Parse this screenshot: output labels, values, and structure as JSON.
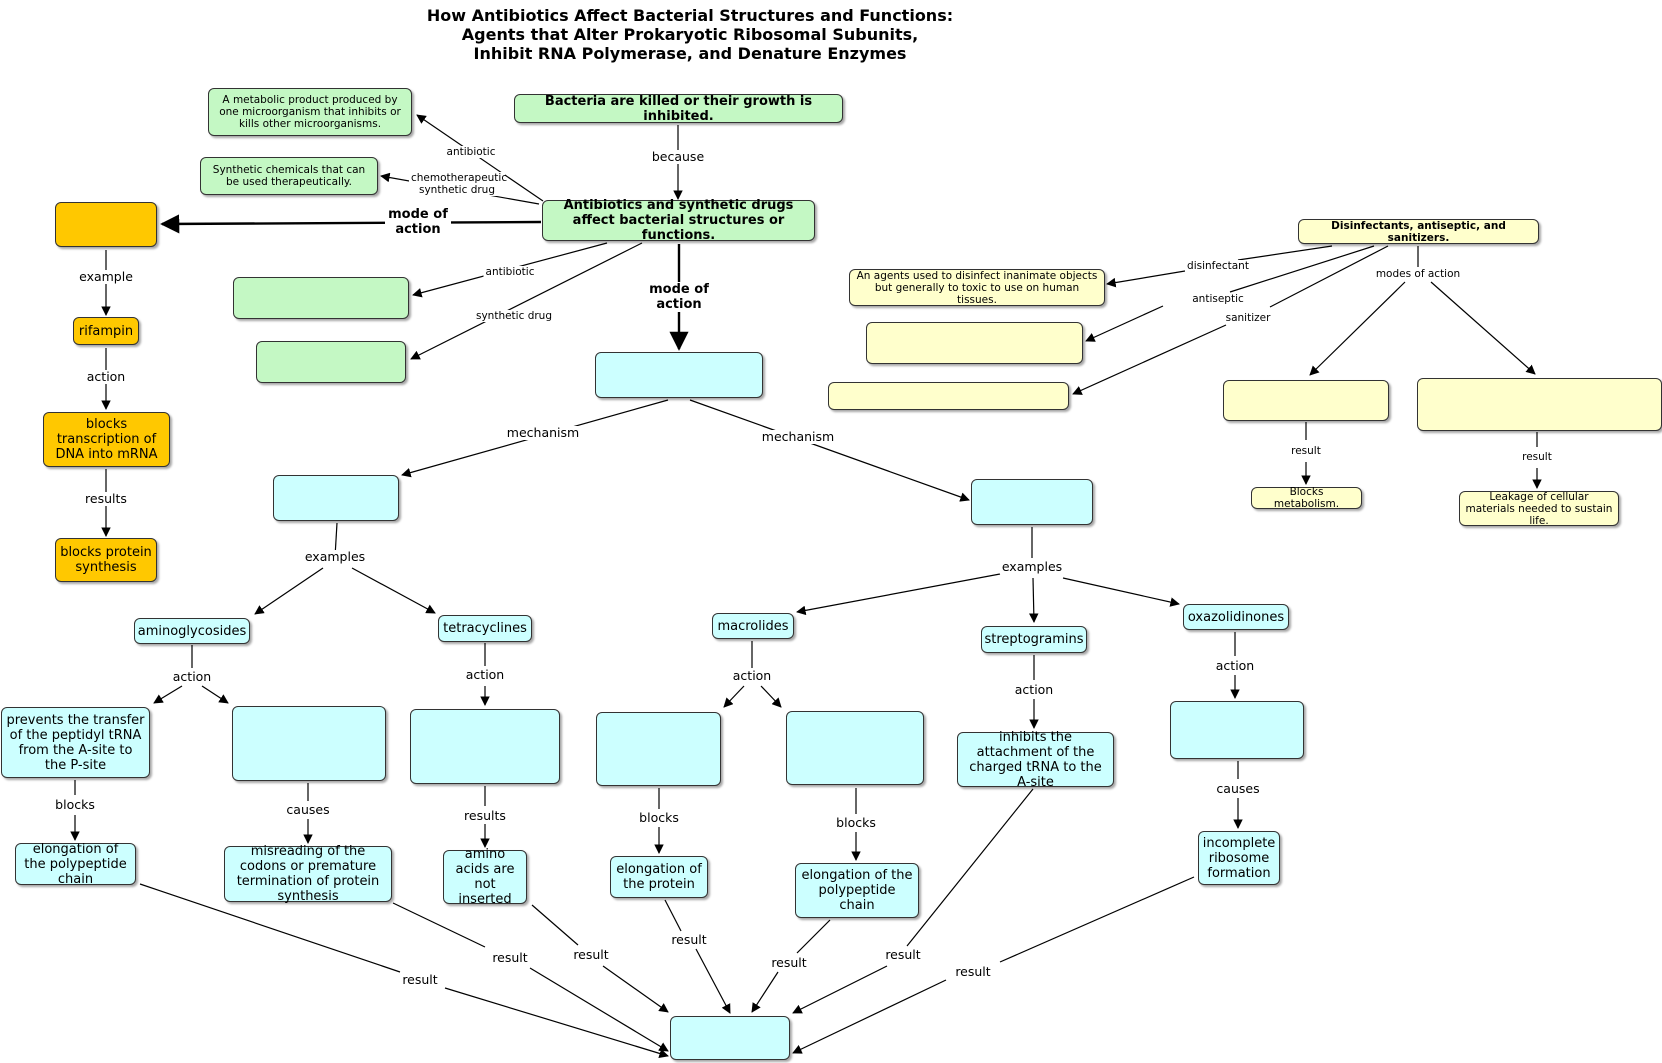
{
  "title": {
    "line1": "How Antibiotics Affect Bacterial Structures and Functions:",
    "line2": "Agents that Alter Prokaryotic Ribosomal Subunits,",
    "line3": "Inhibit RNA Polymerase, and Denature Enzymes"
  },
  "colors": {
    "green": "#c4f8c4",
    "orange": "#ffc800",
    "cyan": "#ccffff",
    "yellow": "#ffffcc",
    "line": "#000000"
  },
  "nodes": {
    "killed": "Bacteria are killed or their growth is inhibited.",
    "antibiotics_drugs": "Antibiotics and synthetic drugs affect bacterial structures or functions.",
    "antibiotic_def": "A metabolic product produced by one microorganism that inhibits or kills other microorganisms.",
    "synthetic_def": "Synthetic chemicals that can be used therapeutically.",
    "orange_blank": "",
    "rifampin": "rifampin",
    "blocks_transcription": "blocks transcription of DNA into mRNA",
    "blocks_protein": "blocks protein synthesis",
    "green_blank_1": "",
    "green_blank_2": "",
    "cyan_blank_top": "",
    "cyan_blank_left": "",
    "cyan_blank_right": "",
    "aminoglycosides": "aminoglycosides",
    "tetracyclines": "tetracyclines",
    "macrolides": "macrolides",
    "streptogramins": "streptogramins",
    "oxazolidinones": "oxazolidinones",
    "prevents_transfer": "prevents the transfer of the peptidyl tRNA from the A-site to the P-site",
    "amino_blank": "",
    "tetra_blank": "",
    "macro_blank_1": "",
    "macro_blank_2": "",
    "inhibits_attachment": "inhibits the attachment of the charged tRNA to the A-site",
    "oxa_blank": "",
    "elongation_polypeptide": "elongation of the polypeptide chain",
    "misreading": "misreading of the codons or premature termination of protein synthesis",
    "amino_acids": "amino acids are not inserted",
    "elongation_protein": "elongation of the protein",
    "elongation_polypeptide_2": "elongation of the polypeptide chain",
    "incomplete_ribosome": "incomplete ribosome formation",
    "final_blank": "",
    "disinfectants": "Disinfectants, antiseptic, and sanitizers.",
    "disinfect_def": "An agents used to disinfect inanimate objects but generally to toxic to use on human tissues.",
    "yellow_blank_1": "",
    "yellow_blank_2": "",
    "yellow_blank_3": "",
    "yellow_blank_4": "",
    "blocks_metabolism": "Blocks metabolism.",
    "leakage": "Leakage of cellular materials needed to sustain life."
  },
  "labels": {
    "because": "because",
    "antibiotic_top": "antibiotic",
    "chemo": "chemotherapeutic synthetic drug",
    "mode_left": "mode of action",
    "mode_center": "mode of action",
    "antibiotic_mid": "antibiotic",
    "synthetic_drug": "synthetic drug",
    "example": "example",
    "action_rif": "action",
    "results_rif": "results",
    "mechanism_left": "mechanism",
    "mechanism_right": "mechanism",
    "examples_left": "examples",
    "examples_right": "examples",
    "action_amino": "action",
    "action_tetra": "action",
    "action_macro": "action",
    "action_strepto": "action",
    "action_oxa": "action",
    "blocks_1": "blocks",
    "causes_1": "causes",
    "results_tetra": "results",
    "blocks_2": "blocks",
    "blocks_3": "blocks",
    "causes_2": "causes",
    "result_1": "result",
    "result_2": "result",
    "result_3": "result",
    "result_4": "result",
    "result_5": "result",
    "result_6": "result",
    "result_7": "result",
    "disinfectant": "disinfectant",
    "antiseptic": "antiseptic",
    "sanitizer": "sanitizer",
    "modes_of_action": "modes of action",
    "result_y1": "result",
    "result_y2": "result"
  }
}
